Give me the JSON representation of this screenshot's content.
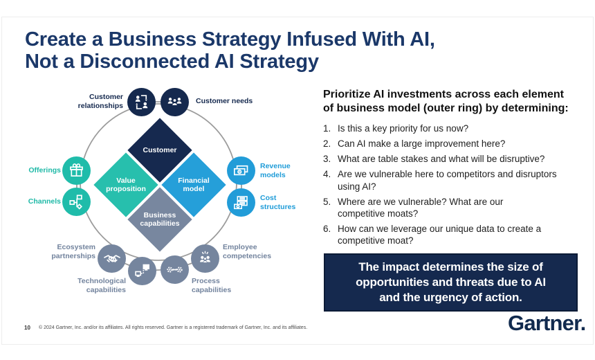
{
  "slide": {
    "title": "Create a Business Strategy Infused With AI,\nNot a Disconnected AI Strategy"
  },
  "diagram": {
    "diamonds": [
      {
        "id": "customer",
        "label": "Customer",
        "color": "#16294F"
      },
      {
        "id": "value-proposition",
        "label": "Value\nproposition",
        "color": "#27BFAD"
      },
      {
        "id": "financial-model",
        "label": "Financial\nmodel",
        "color": "#259FD9"
      },
      {
        "id": "business-capabilities",
        "label": "Business\ncapabilities",
        "color": "#78879F"
      }
    ],
    "nodes": [
      {
        "id": "customer-relationships",
        "label": "Customer\nrelationships",
        "icon": "people-exchange-icon",
        "color": "#15294E"
      },
      {
        "id": "customer-needs",
        "label": "Customer needs",
        "icon": "people-group-icon",
        "color": "#15294E"
      },
      {
        "id": "offerings",
        "label": "Offerings",
        "icon": "gift-icon",
        "color": "#1FBCAA"
      },
      {
        "id": "channels",
        "label": "Channels",
        "icon": "flowchart-icon",
        "color": "#1FBCAA"
      },
      {
        "id": "revenue-models",
        "label": "Revenue\nmodels",
        "icon": "cash-icon",
        "color": "#219CD8"
      },
      {
        "id": "cost-structures",
        "label": "Cost\nstructures",
        "icon": "server-money-icon",
        "color": "#219CD8"
      },
      {
        "id": "ecosystem-partnerships",
        "label": "Ecosystem\npartnerships",
        "icon": "handshake-icon",
        "color": "#75859E"
      },
      {
        "id": "technological-capabilities",
        "label": "Technological\ncapabilities",
        "icon": "network-icon",
        "color": "#75859E"
      },
      {
        "id": "process-capabilities",
        "label": "Process\ncapabilities",
        "icon": "gears-arrow-icon",
        "color": "#75859E"
      },
      {
        "id": "employee-competencies",
        "label": "Employee\ncompetencies",
        "icon": "people-spark-icon",
        "color": "#75859E"
      }
    ],
    "ring_color": "#9C9C9C"
  },
  "panel": {
    "heading": "Prioritize AI investments across each element\nof business model (outer ring) by determining:",
    "items": [
      {
        "num": "1.",
        "text": "Is this a key priority for us now?"
      },
      {
        "num": "2.",
        "text": "Can AI make a large improvement here?"
      },
      {
        "num": "3.",
        "text": "What are table stakes and what will be disruptive?"
      },
      {
        "num": "4.",
        "text": "Are we vulnerable here to competitors and disruptors\nusing AI?"
      },
      {
        "num": "5.",
        "text": "Where are we vulnerable? What are our\ncompetitive moats?"
      },
      {
        "num": "6.",
        "text": "How can we leverage our unique data to create a\ncompetitive moat?"
      }
    ],
    "callout": "The impact determines the size of\nopportunities and threats due to AI\nand the urgency of action.",
    "callout_bg": "#15294E"
  },
  "footer": {
    "page_number": "10",
    "copyright": "© 2024 Gartner, Inc. and/or its affiliates. All rights reserved. Gartner is a registered trademark of Gartner, Inc. and its affiliates.",
    "logo_text": "Gartner."
  },
  "colors": {
    "title_navy": "#1B3869",
    "navy": "#15294E",
    "teal": "#1FBCAA",
    "blue": "#219CD8",
    "slate": "#75859E"
  }
}
